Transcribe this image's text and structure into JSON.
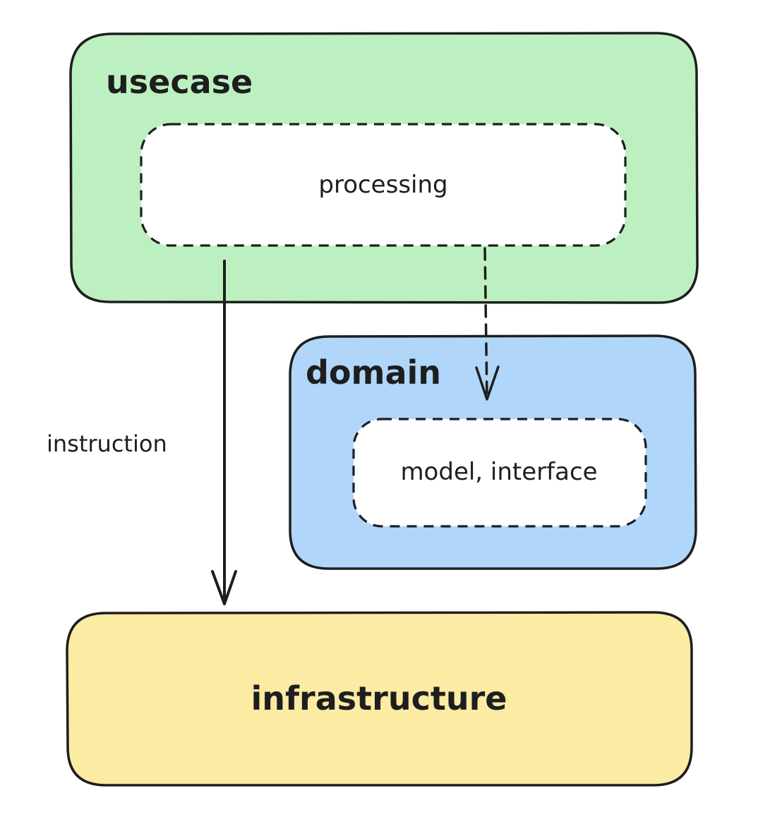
{
  "nodes": {
    "usecase": {
      "label": "usecase",
      "fill": "#bdf0c0",
      "inner_label": "processing"
    },
    "domain": {
      "label": "domain",
      "fill": "#b0d6fa",
      "inner_label": "model, interface"
    },
    "infrastructure": {
      "label": "infrastructure",
      "fill": "#fbeba3"
    }
  },
  "edges": {
    "instruction": {
      "from": "usecase",
      "to": "infrastructure",
      "label": "instruction",
      "style": "solid"
    },
    "dependency": {
      "from": "processing",
      "to": "domain",
      "label": "",
      "style": "dashed"
    }
  },
  "colors": {
    "stroke": "#1e1e1e",
    "inner_fill": "#ffffff",
    "background": "#ffffff"
  }
}
